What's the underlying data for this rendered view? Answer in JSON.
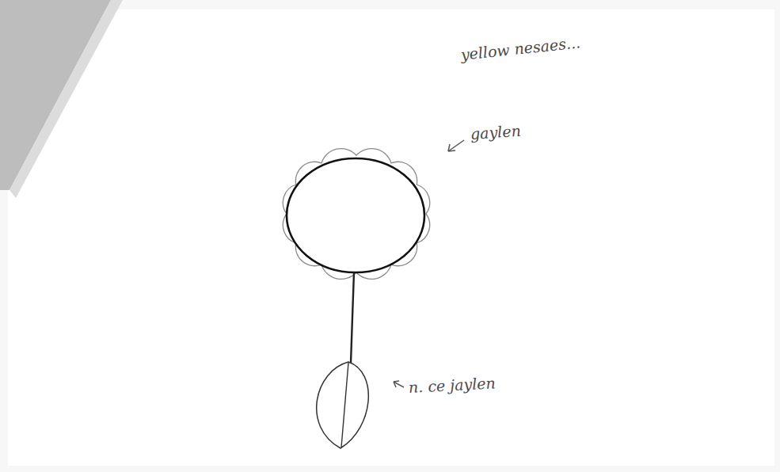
{
  "diagram": {
    "labels": [
      "yellow nesaes...",
      "gaylen",
      "n. ce jaylen"
    ]
  }
}
